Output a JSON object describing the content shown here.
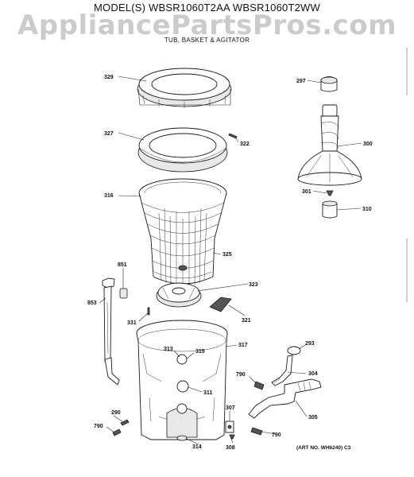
{
  "header": {
    "model_line": "MODEL(S) WBSR1060T2AA  WBSR1060T2WW",
    "watermark": "AppliancePartsPros.com",
    "section_title": "TUB, BASKET & AGITATOR"
  },
  "footer": {
    "art_number": "(ART NO. WH6240)  C3"
  },
  "callouts": {
    "p329": "329",
    "p327": "327",
    "p322": "322",
    "p316": "316",
    "p325": "325",
    "p323": "323",
    "p321": "321",
    "p331": "331",
    "p851": "851",
    "p853": "853",
    "p297": "297",
    "p300": "300",
    "p301": "301",
    "p310": "310",
    "p313": "313",
    "p315": "315",
    "p317": "317",
    "p311": "311",
    "p293": "293",
    "p790a": "790",
    "p304": "304",
    "p305": "305",
    "p290": "290",
    "p790b": "790",
    "p307": "307",
    "p308": "308",
    "p314": "314",
    "p790c": "790"
  }
}
